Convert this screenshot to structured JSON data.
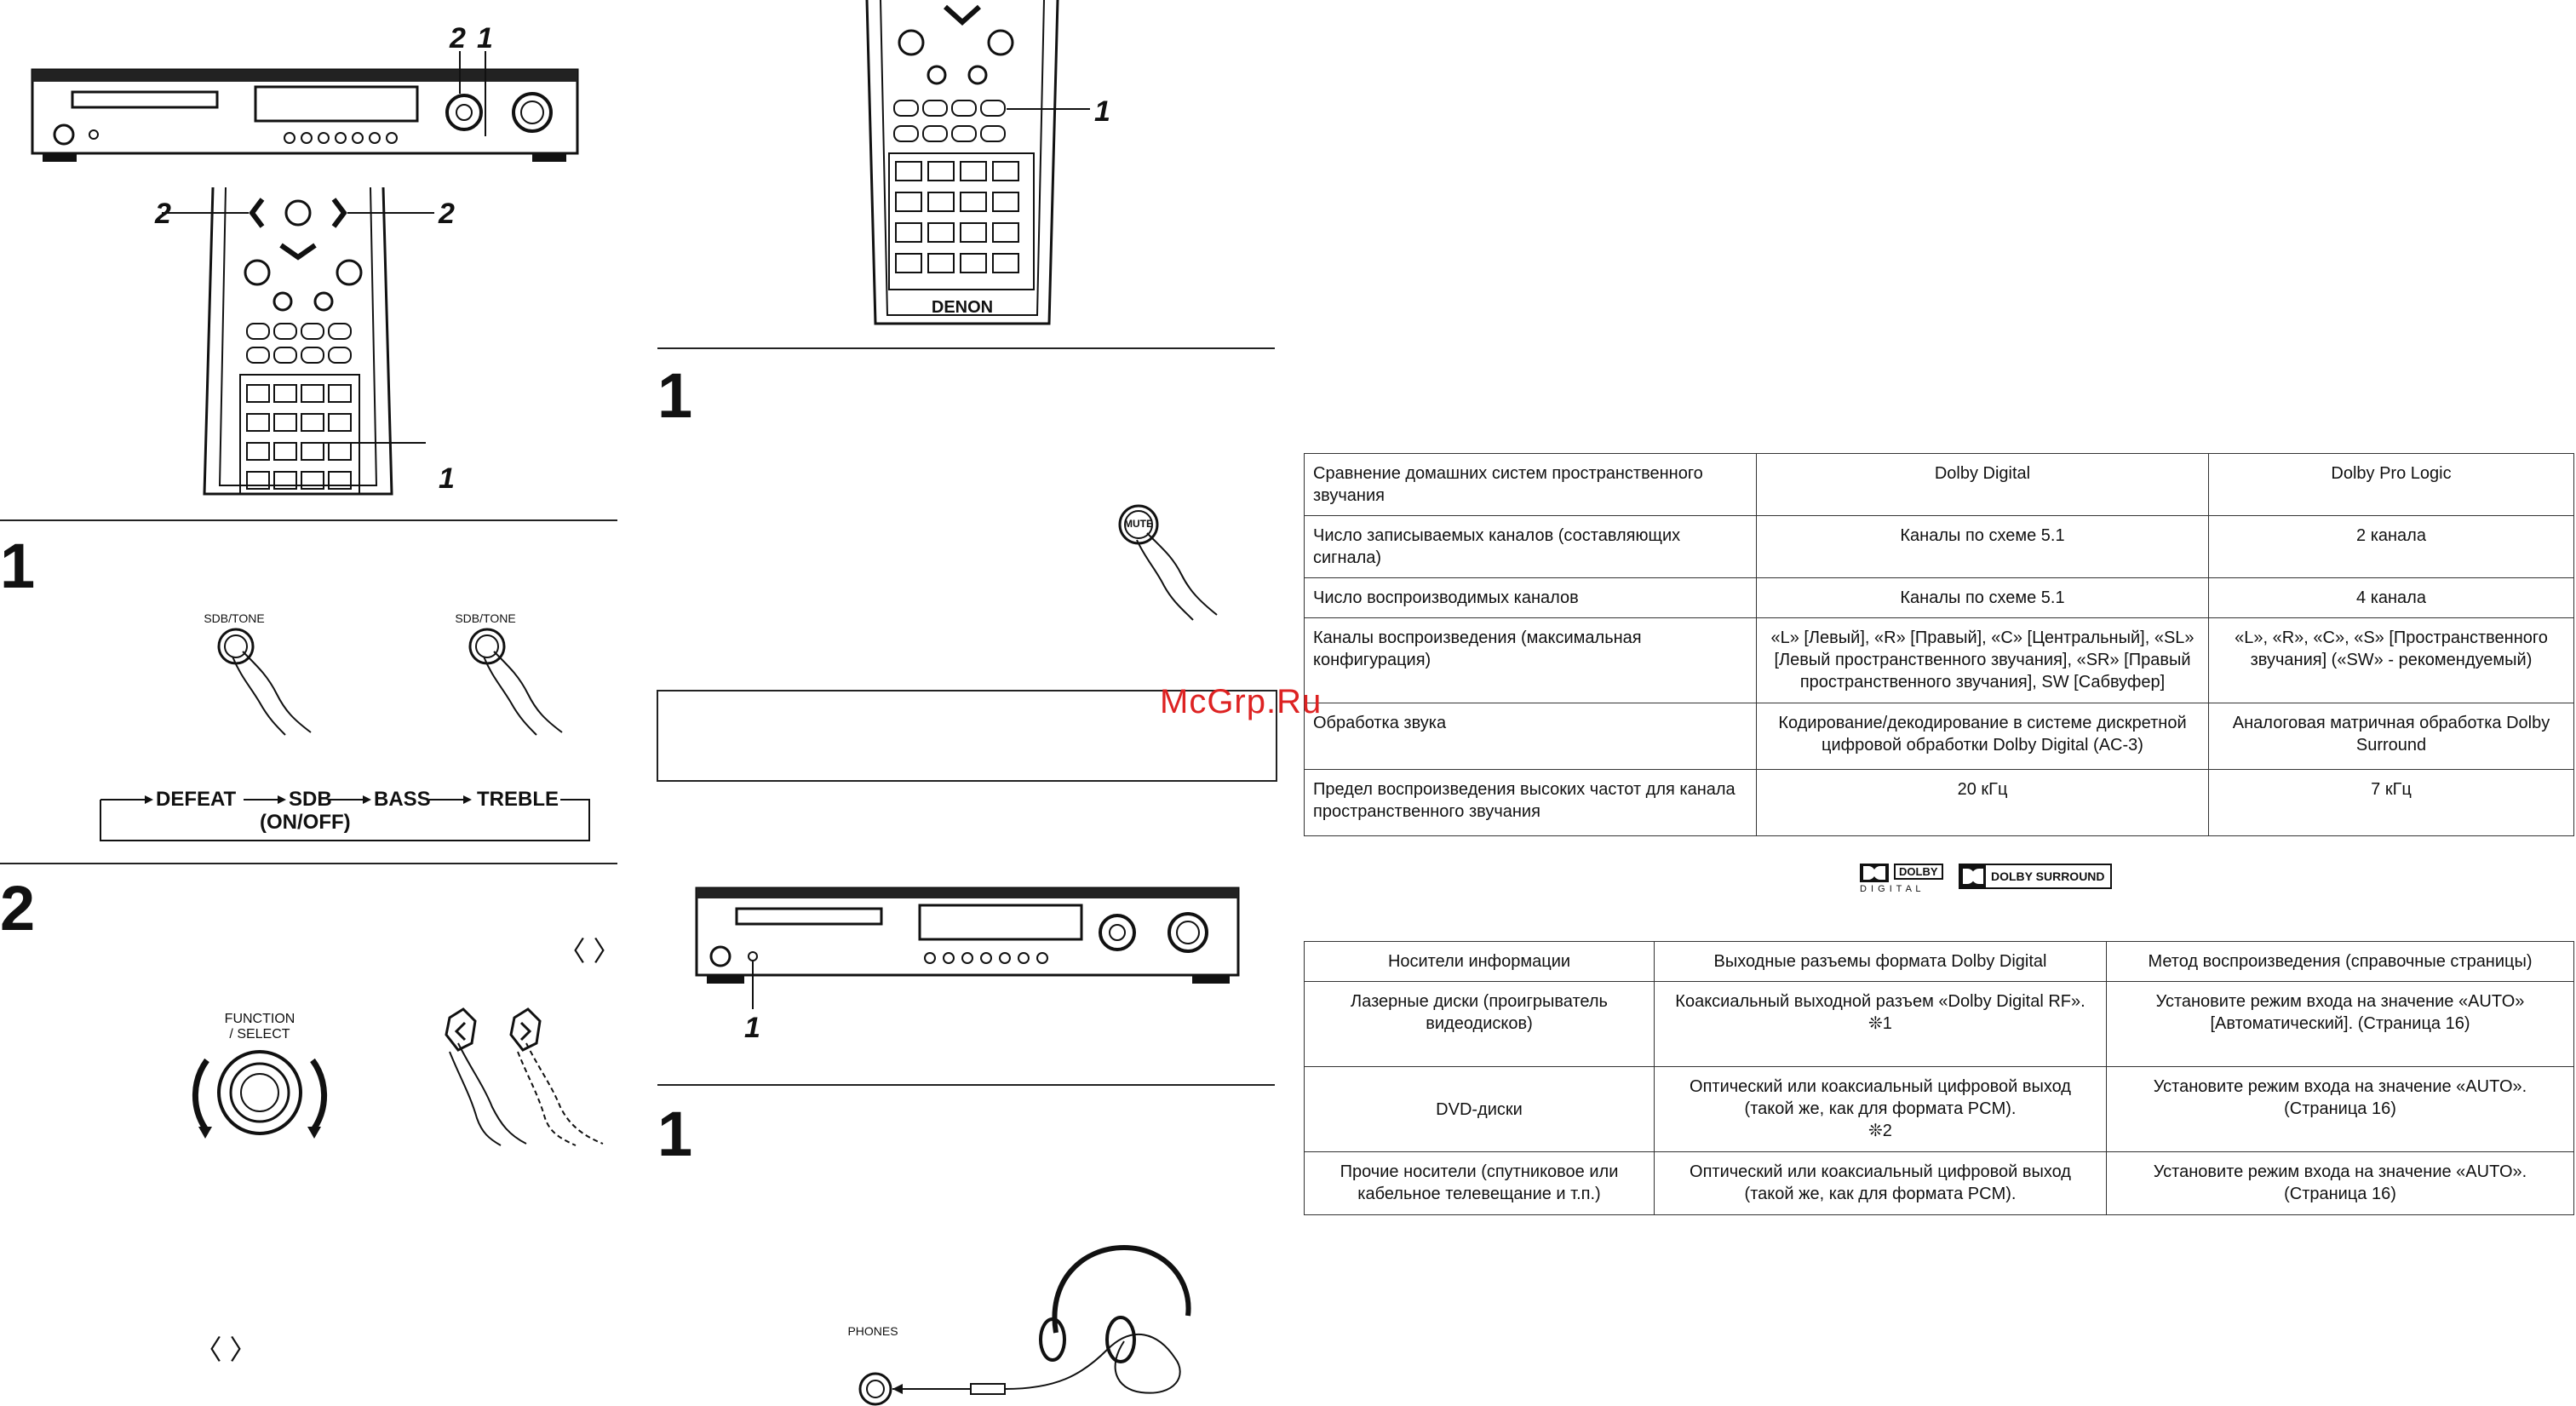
{
  "callouts": {
    "top_left_2": "2",
    "top_left_1": "1",
    "remote_left_2": "2",
    "remote_right_2": "2",
    "remote_bottom_1": "1",
    "remote2_mute_1": "1",
    "receiver2_1": "1"
  },
  "steps": {
    "left_step1": "1",
    "left_step2": "2",
    "mid_step1a": "1",
    "mid_step1b": "1"
  },
  "labels": {
    "sdb_tone_left": "SDB/TONE",
    "sdb_tone_right": "SDB/TONE",
    "function_select_line1": "FUNCTION",
    "function_select_line2": "/ SELECT",
    "mute_button": "MUTE",
    "phones": "PHONES",
    "denon_remote": "DENON",
    "arrow_pair_top": "〈  〉",
    "arrow_pair_bottom": "〈  〉"
  },
  "tone_sequence": {
    "items": [
      "DEFEAT",
      "SDB",
      "BASS",
      "TREBLE"
    ],
    "sub": "(ON/OFF)"
  },
  "watermark": "McGrp.Ru",
  "logos": {
    "dolby_digital_top": "DOLBY",
    "dolby_digital_bottom": "D I G I T A L",
    "dolby_surround": "DOLBY SURROUND"
  },
  "table1": {
    "header": [
      "Сравнение домашних систем пространственного звучания",
      "Dolby Digital",
      "Dolby Pro Logic"
    ],
    "rows": [
      [
        "Число записываемых каналов (составляющих сигнала)",
        "Каналы по схеме 5.1",
        "2 канала"
      ],
      [
        "Число воспроизводимых каналов",
        "Каналы по схеме 5.1",
        "4 канала"
      ],
      [
        "Каналы воспроизведения (максимальная конфигурация)",
        "«L» [Левый], «R» [Правый], «C» [Центральный], «SL» [Левый пространственного звучания], «SR» [Правый пространственного звучания], SW [Сабвуфер]",
        "«L», «R», «C», «S» [Пространственного звучания] («SW» - рекомендуемый)"
      ],
      [
        "Обработка звука",
        "Кодирование/декодирование в системе дискретной цифровой обработки Dolby Digital (AC-3)",
        "Аналоговая матричная обработка Dolby Surround"
      ],
      [
        "Предел воспроизведения высоких частот для канала пространственного звучания",
        "20 кГц",
        "7 кГц"
      ]
    ]
  },
  "table2": {
    "header": [
      "Носители информации",
      "Выходные разъемы формата Dolby Digital",
      "Метод воспроизведения (справочные страницы)"
    ],
    "rows": [
      [
        "Лазерные диски (проигрыватель видеодисков)",
        "Коаксиальный выходной разъем «Dolby Digital RF».\n❊1",
        "Установите режим входа на значение «AUTO» [Автоматический]. (Страница 16)"
      ],
      [
        "DVD-диски",
        "Оптический или коаксиальный цифровой выход (такой же, как для формата PCM).\n❊2",
        "Установите режим входа на значение «AUTO». (Страница 16)"
      ],
      [
        "Прочие носители (спутниковое или кабельное телевещание и т.п.)",
        "Оптический или коаксиальный цифровой выход (такой же, как для формата PCM).",
        "Установите режим входа на значение «AUTO». (Страница 16)"
      ]
    ]
  }
}
